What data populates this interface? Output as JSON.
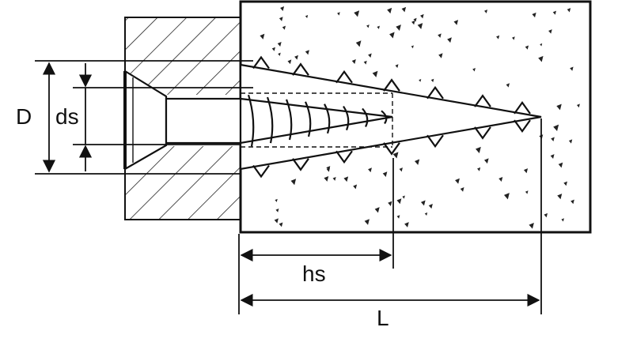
{
  "diagram": {
    "labels": {
      "D": "D",
      "ds": "ds",
      "hs": "hs",
      "L": "L"
    },
    "colors": {
      "ink": "#111111",
      "background": "#ffffff"
    }
  }
}
